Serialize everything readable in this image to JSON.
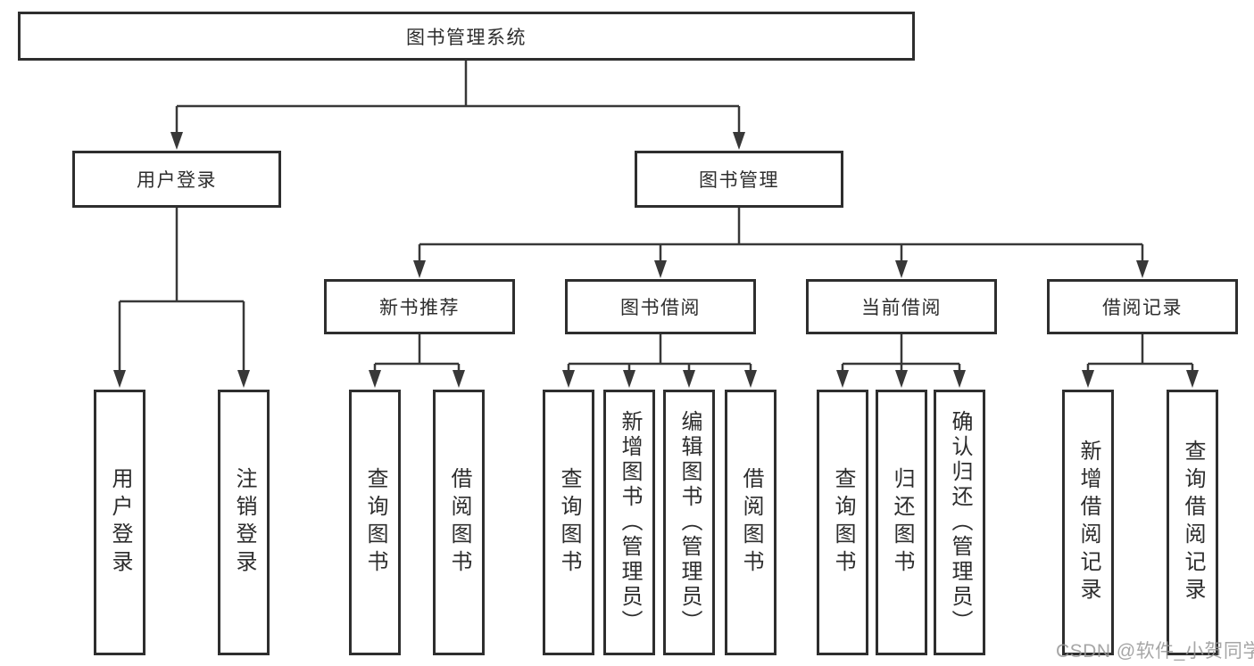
{
  "diagram": {
    "title_node": {
      "label": "图书管理系统"
    },
    "level1": [
      {
        "label": "用户登录"
      },
      {
        "label": "图书管理"
      }
    ],
    "level2": [
      {
        "label": "新书推荐"
      },
      {
        "label": "图书借阅"
      },
      {
        "label": "当前借阅"
      },
      {
        "label": "借阅记录"
      }
    ],
    "leaves": {
      "user_login": [
        {
          "label": "用户登录"
        },
        {
          "label": "注销登录"
        }
      ],
      "new_book": [
        {
          "label": "查询图书"
        },
        {
          "label": "借阅图书"
        }
      ],
      "book_borrow": [
        {
          "label": "查询图书"
        },
        {
          "label": "新增图书（管理员）"
        },
        {
          "label": "编辑图书（管理员）"
        },
        {
          "label": "借阅图书"
        }
      ],
      "current_borrow": [
        {
          "label": "查询图书"
        },
        {
          "label": "归还图书"
        },
        {
          "label": "确认归还（管理员）"
        }
      ],
      "borrow_record": [
        {
          "label": "新增借阅记录"
        },
        {
          "label": "查询借阅记录"
        }
      ]
    },
    "colors": {
      "line": "#383838",
      "box_border": "#2e2e2e",
      "text": "#2d2d2d",
      "background": "#ffffff",
      "watermark": "#969696"
    }
  },
  "watermark": {
    "text": "CSDN @软件_小贺同学"
  }
}
